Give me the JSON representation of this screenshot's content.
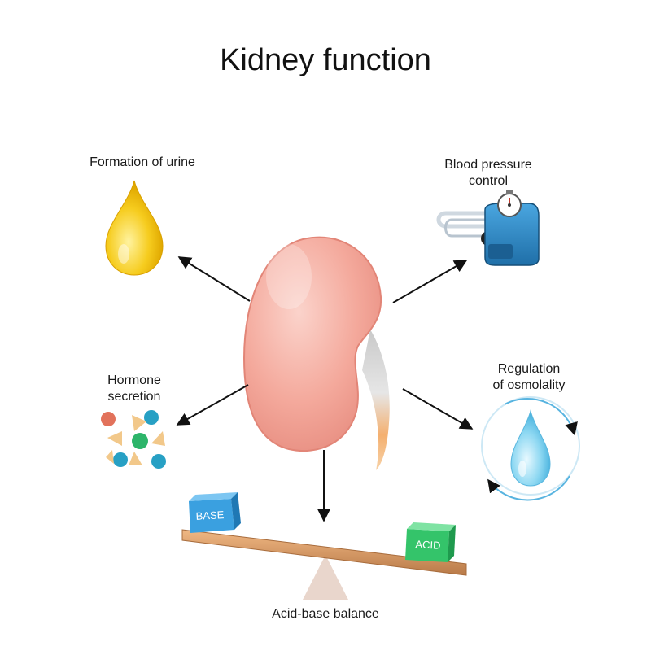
{
  "title": "Kidney function",
  "labels": {
    "urine": "Formation of urine",
    "blood_pressure_1": "Blood pressure",
    "blood_pressure_2": "control",
    "hormone_1": "Hormone",
    "hormone_2": "secretion",
    "osmolality_1": "Regulation",
    "osmolality_2": "of osmolality",
    "acid_base": "Acid-base balance"
  },
  "blocks": {
    "base": "BASE",
    "acid": "ACID"
  },
  "colors": {
    "kidney": "#f4a99c",
    "urine": "#f2c200",
    "cuff": "#2e8ccc",
    "base_block": "#3aa0e0",
    "acid_block": "#34c46a",
    "beam": "#d9a070",
    "water_drop": "#8ed8f2"
  },
  "icons": [
    "urine-drop-icon",
    "sphygmomanometer-icon",
    "hormone-molecules-icon",
    "water-cycle-icon",
    "seesaw-icon",
    "kidney-icon"
  ]
}
